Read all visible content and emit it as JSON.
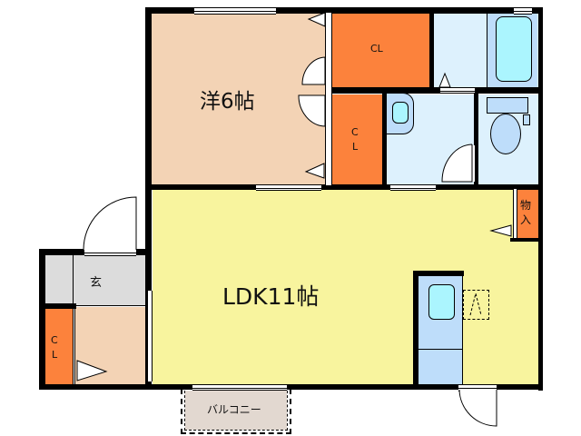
{
  "floor_plan": {
    "colors": {
      "western_room": "#F3D3B5",
      "closet": "#FC823C",
      "wet_area": "#DDF1FD",
      "fixture": "#BEDDFA",
      "fixture_water": "#ABF5FE",
      "ldk": "#F8F49E",
      "entrance": "#DCDCDC",
      "balcony": "#E2D8D0",
      "wall": "#000000"
    },
    "rooms": {
      "western_room": {
        "label": "洋6帖"
      },
      "closet_top": {
        "label": "CL"
      },
      "closet_mid": {
        "label_line1": "C",
        "label_line2": "L"
      },
      "ldk": {
        "label": "LDK11帖"
      },
      "storage": {
        "label_line1": "物",
        "label_line2": "入"
      },
      "entrance": {
        "label": "玄"
      },
      "closet_entrance": {
        "label_line1": "C",
        "label_line2": "L"
      },
      "balcony": {
        "label": "バルコニー"
      }
    }
  }
}
